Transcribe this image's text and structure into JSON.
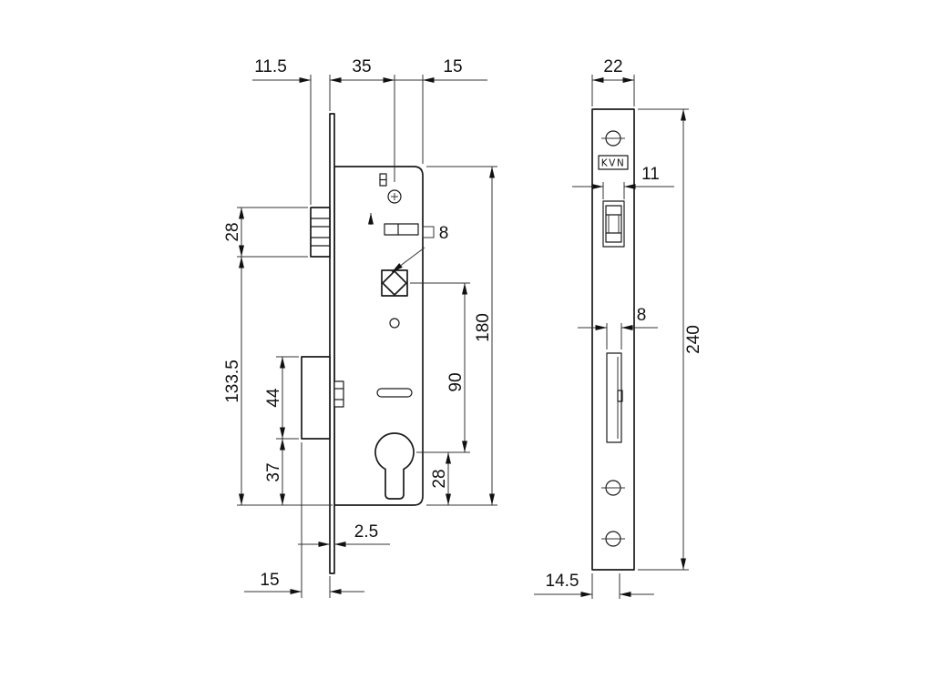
{
  "brand_label": "KVN",
  "dims": {
    "latch_protrusion": "11.5",
    "backset": "35",
    "center_to_rear": "15",
    "latch_height": "28",
    "lower_body_length": "133.5",
    "deadbolt_height": "44",
    "deadbolt_to_bottom": "37",
    "deadbolt_throw": "15",
    "faceplate_thickness": "2.5",
    "spindle_square": "8",
    "centre_distance": "90",
    "cylinder_to_bottom": "28",
    "body_height": "180",
    "faceplate_width": "22",
    "latch_cutout_width": "11",
    "bolt_cutout_width": "8",
    "faceplate_height": "240",
    "bottom_offset": "14.5"
  }
}
